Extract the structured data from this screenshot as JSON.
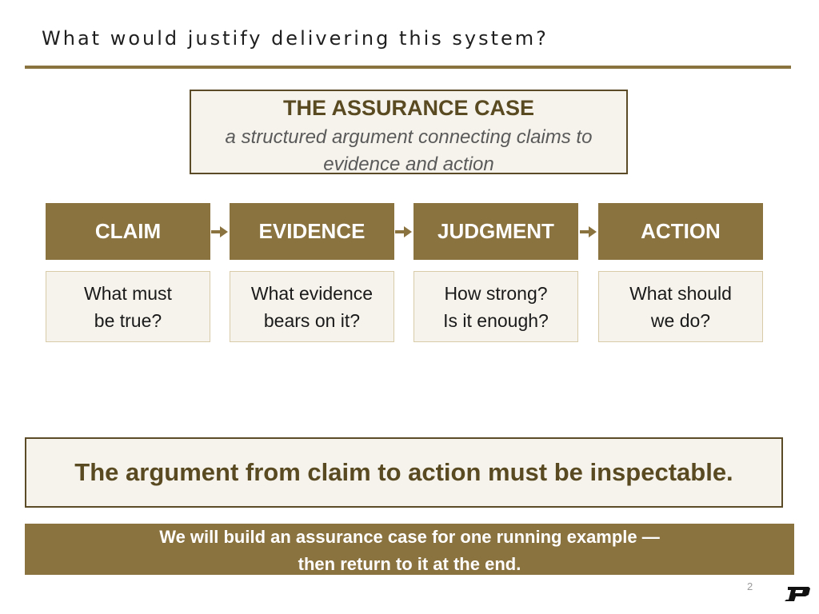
{
  "slide": {
    "title": "What would justify delivering this system?",
    "page_number": "2"
  },
  "assurance_case": {
    "heading": "THE ASSURANCE CASE",
    "subtitle": "a structured argument connecting claims to evidence and action"
  },
  "steps": [
    {
      "label": "CLAIM",
      "question": "What must\nbe true?"
    },
    {
      "label": "EVIDENCE",
      "question": "What evidence\nbears on it?"
    },
    {
      "label": "JUDGMENT",
      "question": "How strong?\nIs it enough?"
    },
    {
      "label": "ACTION",
      "question": "What should\nwe do?"
    }
  ],
  "takeaway": "The argument from claim to action must be inspectable.",
  "footer": {
    "line1": "We will build an assurance case for one running example —",
    "line2": "then return to it at the end."
  },
  "colors": {
    "brand_gold": "#8b7340",
    "dark_brown": "#5a4a22",
    "panel_bg": "#f6f3ec"
  }
}
